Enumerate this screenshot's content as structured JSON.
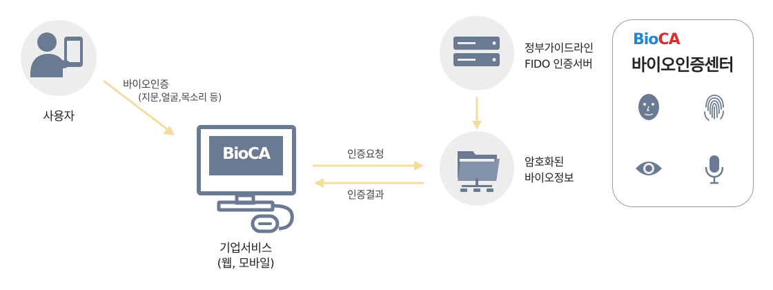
{
  "user": {
    "label": "사용자"
  },
  "bio_auth": {
    "line1": "바이오인증",
    "line2": "(지문,얼굴,목소리 등)"
  },
  "gov_server": {
    "line1": "정부가이드라인",
    "line2": "FIDO 인증서버"
  },
  "monitor": {
    "screen_text": "BioCA"
  },
  "auth_request": {
    "label": "인증요청"
  },
  "auth_result": {
    "label": "인증결과"
  },
  "encrypted": {
    "line1": "암호화된",
    "line2": "바이오정보"
  },
  "enterprise": {
    "line1": "기업서비스",
    "line2": "(웹, 모바일)"
  },
  "center": {
    "brand_bio": "Bio",
    "brand_ca": "CA",
    "title": "바이오인증센터"
  },
  "colors": {
    "icon": "#6b7a93",
    "arrow": "#f3dca0",
    "circle": "#ededed",
    "brand_blue": "#1e88d0",
    "brand_red": "#e02a2a"
  }
}
